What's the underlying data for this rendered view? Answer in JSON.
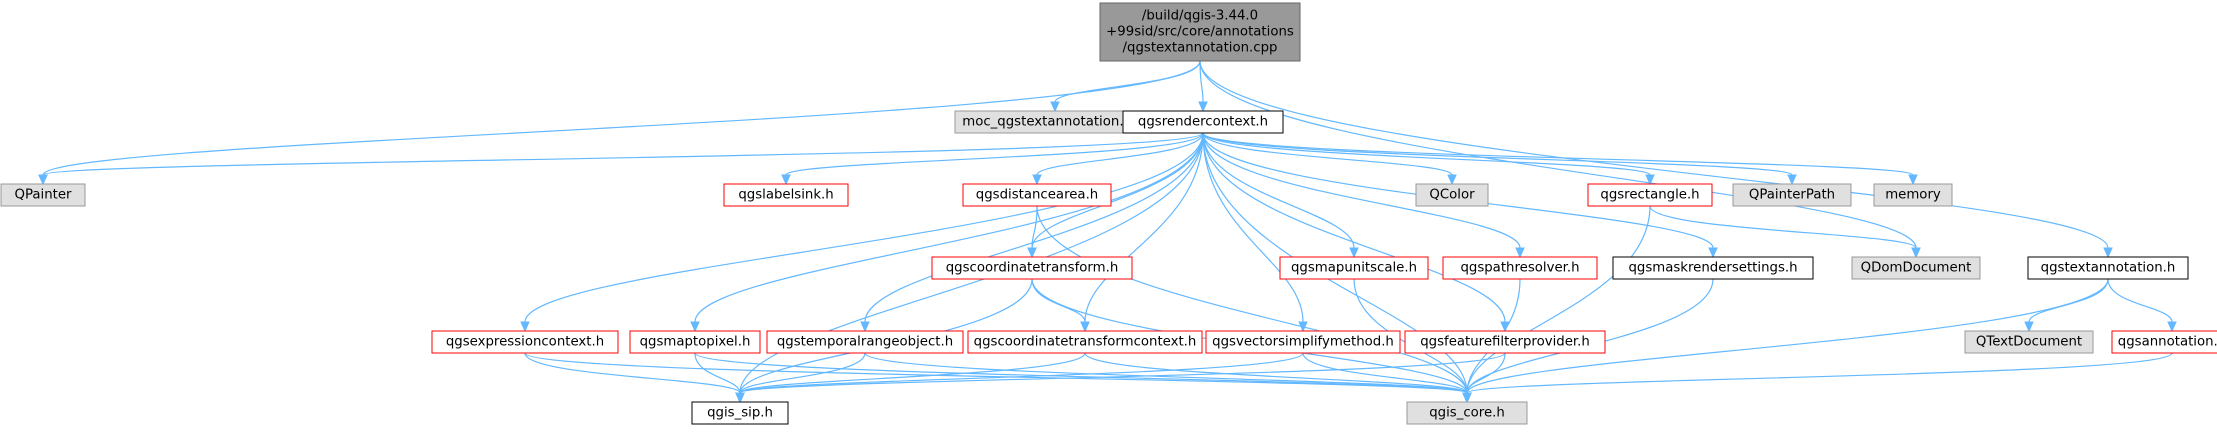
{
  "graph": {
    "colors": {
      "edge": "#63b8ff",
      "root_fill": "#999999",
      "root_border": "#666666",
      "external_fill": "#e0e0e0",
      "external_border": "#999999",
      "linked_fill": "#ffffff",
      "linked_border": "#ff0000",
      "plain_fill": "#ffffff",
      "plain_border": "#000000"
    },
    "nodes": [
      {
        "id": "root",
        "kind": "root",
        "lines": [
          "/build/qgis-3.44.0",
          "+99sid/src/core/annotations",
          "/qgstextannotation.cpp"
        ]
      },
      {
        "id": "qpainter",
        "kind": "external",
        "lines": [
          "QPainter"
        ]
      },
      {
        "id": "moc",
        "kind": "external",
        "lines": [
          "moc_qgstextannotation.cpp"
        ]
      },
      {
        "id": "rendercontext",
        "kind": "plain",
        "lines": [
          "qgsrendercontext.h"
        ]
      },
      {
        "id": "qdomdocument",
        "kind": "external",
        "lines": [
          "QDomDocument"
        ]
      },
      {
        "id": "textannotation",
        "kind": "plain",
        "lines": [
          "qgstextannotation.h"
        ]
      },
      {
        "id": "labelsink",
        "kind": "linked",
        "lines": [
          "qgslabelsink.h"
        ]
      },
      {
        "id": "distancearea",
        "kind": "linked",
        "lines": [
          "qgsdistancearea.h"
        ]
      },
      {
        "id": "qcolor",
        "kind": "external",
        "lines": [
          "QColor"
        ]
      },
      {
        "id": "rectangle",
        "kind": "linked",
        "lines": [
          "qgsrectangle.h"
        ]
      },
      {
        "id": "qpainterpath",
        "kind": "external",
        "lines": [
          "QPainterPath"
        ]
      },
      {
        "id": "memory",
        "kind": "external",
        "lines": [
          "memory"
        ]
      },
      {
        "id": "coordtransform",
        "kind": "linked",
        "lines": [
          "qgscoordinatetransform.h"
        ]
      },
      {
        "id": "mapunitscale",
        "kind": "linked",
        "lines": [
          "qgsmapunitscale.h"
        ]
      },
      {
        "id": "pathresolver",
        "kind": "linked",
        "lines": [
          "qgspathresolver.h"
        ]
      },
      {
        "id": "maskrender",
        "kind": "plain",
        "lines": [
          "qgsmaskrendersettings.h"
        ]
      },
      {
        "id": "exprcontext",
        "kind": "linked",
        "lines": [
          "qgsexpressioncontext.h"
        ]
      },
      {
        "id": "maptopixel",
        "kind": "linked",
        "lines": [
          "qgsmaptopixel.h"
        ]
      },
      {
        "id": "temporal",
        "kind": "linked",
        "lines": [
          "qgstemporalrangeobject.h"
        ]
      },
      {
        "id": "coordtransformctx",
        "kind": "linked",
        "lines": [
          "qgscoordinatetransformcontext.h"
        ]
      },
      {
        "id": "vectorsimplify",
        "kind": "linked",
        "lines": [
          "qgsvectorsimplifymethod.h"
        ]
      },
      {
        "id": "featurefilter",
        "kind": "linked",
        "lines": [
          "qgsfeaturefilterprovider.h"
        ]
      },
      {
        "id": "qtextdocument",
        "kind": "external",
        "lines": [
          "QTextDocument"
        ]
      },
      {
        "id": "annotation",
        "kind": "linked",
        "lines": [
          "qgsannotation.h"
        ]
      },
      {
        "id": "sip",
        "kind": "plain",
        "lines": [
          "qgis_sip.h"
        ]
      },
      {
        "id": "core",
        "kind": "external",
        "lines": [
          "qgis_core.h"
        ]
      }
    ],
    "edges": [
      [
        "root",
        "qpainter"
      ],
      [
        "root",
        "moc"
      ],
      [
        "root",
        "rendercontext"
      ],
      [
        "root",
        "qdomdocument"
      ],
      [
        "root",
        "textannotation"
      ],
      [
        "rendercontext",
        "qpainter"
      ],
      [
        "rendercontext",
        "labelsink"
      ],
      [
        "rendercontext",
        "distancearea"
      ],
      [
        "rendercontext",
        "qcolor"
      ],
      [
        "rendercontext",
        "rectangle"
      ],
      [
        "rendercontext",
        "qpainterpath"
      ],
      [
        "rendercontext",
        "memory"
      ],
      [
        "rendercontext",
        "coordtransform"
      ],
      [
        "rendercontext",
        "mapunitscale"
      ],
      [
        "rendercontext",
        "pathresolver"
      ],
      [
        "rendercontext",
        "maskrender"
      ],
      [
        "rendercontext",
        "exprcontext"
      ],
      [
        "rendercontext",
        "maptopixel"
      ],
      [
        "rendercontext",
        "temporal"
      ],
      [
        "rendercontext",
        "coordtransformctx"
      ],
      [
        "rendercontext",
        "vectorsimplify"
      ],
      [
        "rendercontext",
        "featurefilter"
      ],
      [
        "rendercontext",
        "sip"
      ],
      [
        "rendercontext",
        "core"
      ],
      [
        "distancearea",
        "coordtransform"
      ],
      [
        "distancearea",
        "core"
      ],
      [
        "coordtransform",
        "coordtransformctx"
      ],
      [
        "coordtransform",
        "sip"
      ],
      [
        "coordtransform",
        "core"
      ],
      [
        "rectangle",
        "qdomdocument"
      ],
      [
        "rectangle",
        "core"
      ],
      [
        "mapunitscale",
        "core"
      ],
      [
        "pathresolver",
        "core"
      ],
      [
        "maskrender",
        "core"
      ],
      [
        "exprcontext",
        "sip"
      ],
      [
        "exprcontext",
        "core"
      ],
      [
        "maptopixel",
        "sip"
      ],
      [
        "maptopixel",
        "core"
      ],
      [
        "temporal",
        "sip"
      ],
      [
        "temporal",
        "core"
      ],
      [
        "coordtransformctx",
        "sip"
      ],
      [
        "coordtransformctx",
        "core"
      ],
      [
        "vectorsimplify",
        "sip"
      ],
      [
        "vectorsimplify",
        "core"
      ],
      [
        "featurefilter",
        "sip"
      ],
      [
        "featurefilter",
        "core"
      ],
      [
        "textannotation",
        "qtextdocument"
      ],
      [
        "textannotation",
        "annotation"
      ],
      [
        "textannotation",
        "core"
      ],
      [
        "annotation",
        "core"
      ]
    ]
  }
}
